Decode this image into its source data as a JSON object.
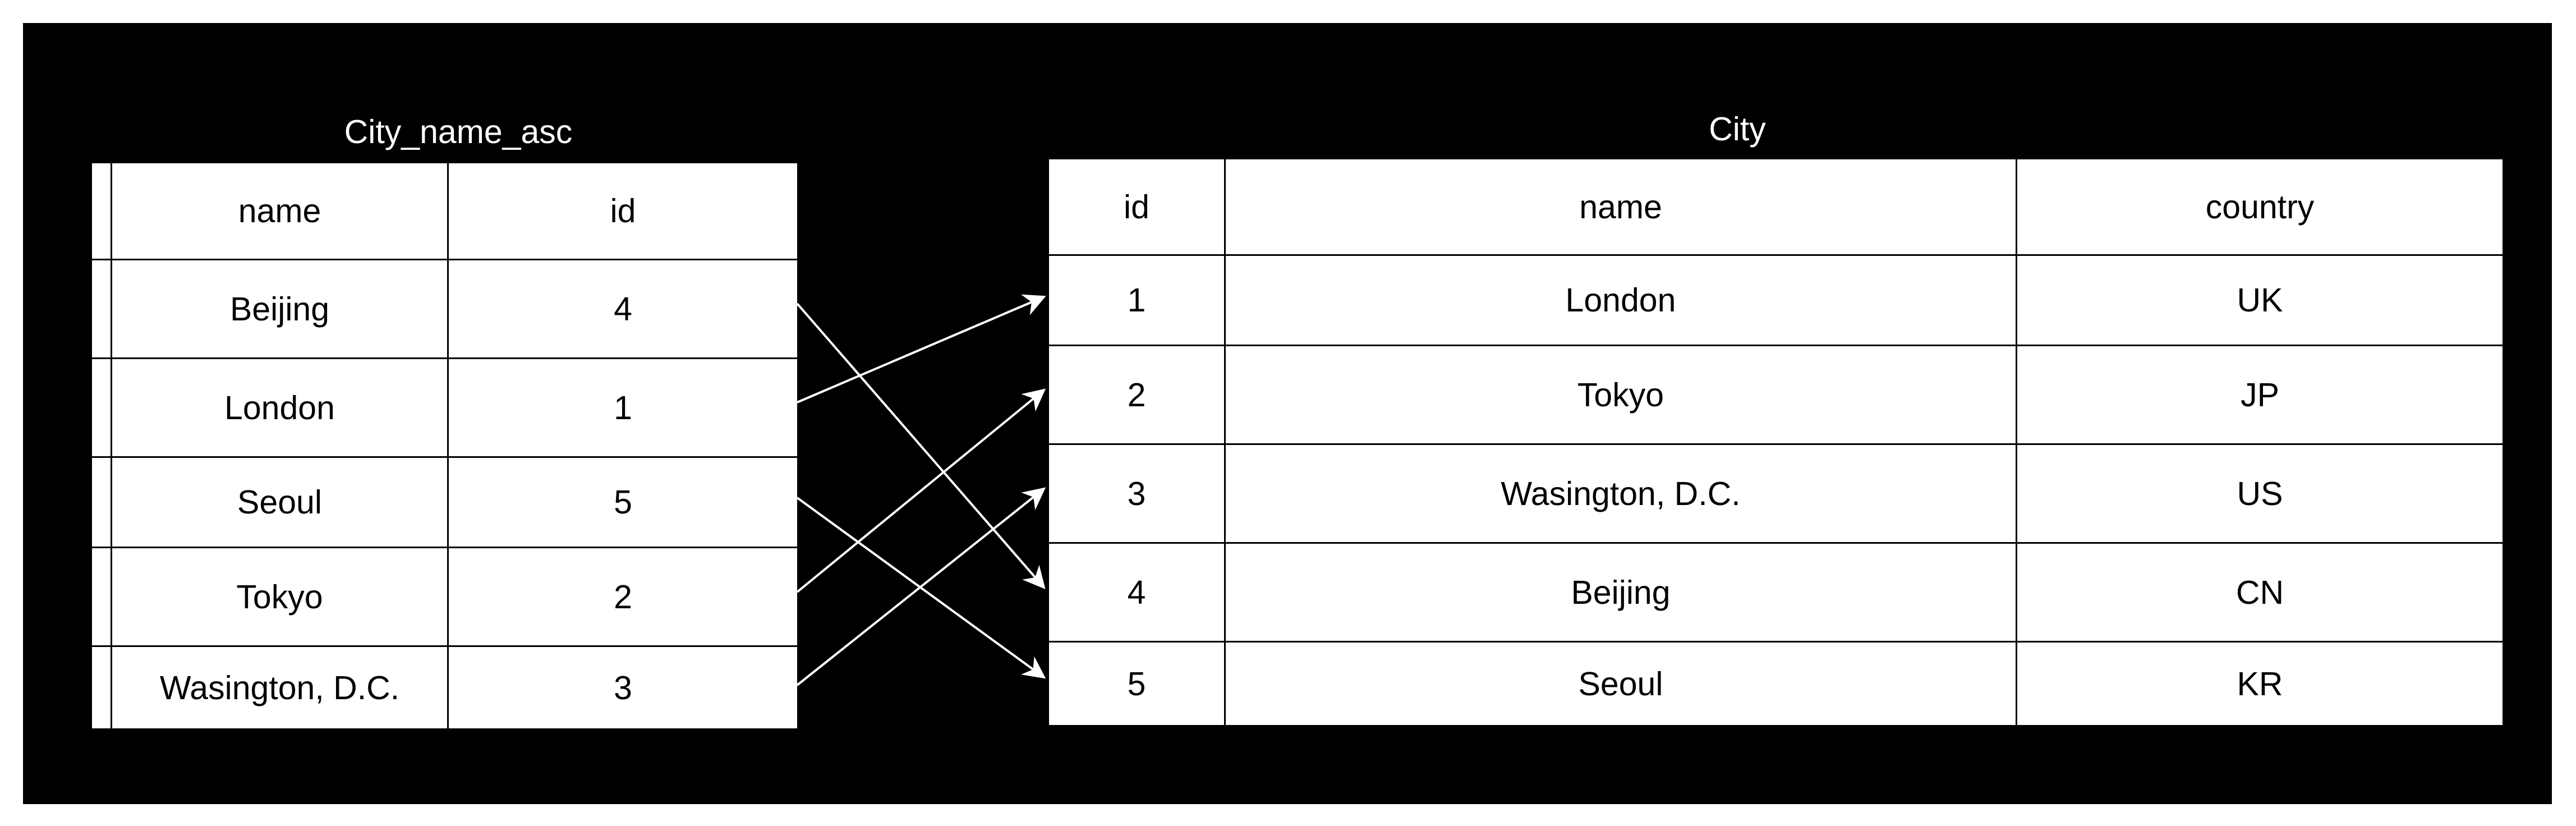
{
  "left_table": {
    "title": "City_name_asc",
    "headers": [
      "name",
      "id"
    ],
    "rows": [
      [
        "Beijing",
        "4"
      ],
      [
        "London",
        "1"
      ],
      [
        "Seoul",
        "5"
      ],
      [
        "Tokyo",
        "2"
      ],
      [
        "Wasington, D.C.",
        "3"
      ]
    ]
  },
  "right_table": {
    "title": "City",
    "headers": [
      "id",
      "name",
      "country"
    ],
    "rows": [
      [
        "1",
        "London",
        "UK"
      ],
      [
        "2",
        "Tokyo",
        "JP"
      ],
      [
        "3",
        "Wasington, D.C.",
        "US"
      ],
      [
        "4",
        "Beijing",
        "CN"
      ],
      [
        "5",
        "Seoul",
        "KR"
      ]
    ]
  },
  "links": [
    {
      "from_row": 0,
      "to_row": 3
    },
    {
      "from_row": 1,
      "to_row": 0
    },
    {
      "from_row": 2,
      "to_row": 4
    },
    {
      "from_row": 3,
      "to_row": 1
    },
    {
      "from_row": 4,
      "to_row": 2
    }
  ],
  "colors": {
    "background": "#000000",
    "table_fill": "#ffffff",
    "arrow": "#ffffff"
  }
}
